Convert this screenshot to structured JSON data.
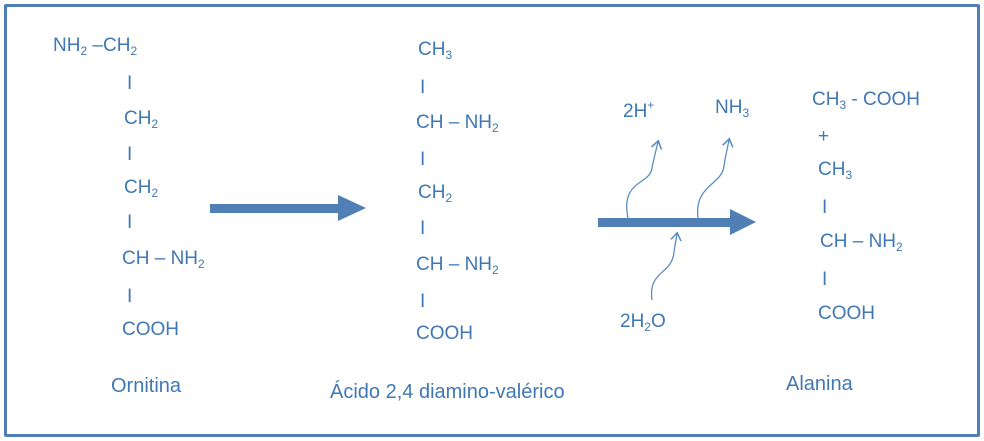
{
  "ornitina": {
    "r1_a": "NH",
    "r1_a_sub": "2",
    "r1_b": " –CH",
    "r1_b_sub": "2",
    "bond1": "I",
    "r2": "CH",
    "r2_sub": "2",
    "bond2": "I",
    "r3": "CH",
    "r3_sub": "2",
    "bond3": "I",
    "r4": "CH – NH",
    "r4_sub": "2",
    "bond4": "I",
    "r5": "COOH",
    "name": "Ornitina"
  },
  "diamino": {
    "r1": "CH",
    "r1_sub": "3",
    "bond1": "I",
    "r2": "CH – NH",
    "r2_sub": "2",
    "bond2": "I",
    "r3": "CH",
    "r3_sub": "2",
    "bond3": "I",
    "r4": "CH – NH",
    "r4_sub": "2",
    "bond4": "I",
    "r5": "COOH",
    "name": "Ácido 2,4 diamino-valérico"
  },
  "reagents": {
    "h_plus": "2H",
    "h_plus_sup": "+",
    "nh3": "NH",
    "nh3_sub": "3",
    "water_a": "2H",
    "water_sub": "2",
    "water_b": "O"
  },
  "alanina": {
    "acetic_a": "CH",
    "acetic_sub": "3",
    "acetic_b": " - COOH",
    "plus": "+",
    "r1": "CH",
    "r1_sub": "3",
    "bond1": "I",
    "r2": "CH – NH",
    "r2_sub": "2",
    "bond2": "I",
    "r3": "COOH",
    "name": "Alanina"
  },
  "colors": {
    "text": "#3f78b4",
    "arrow": "#4f7fb5",
    "border": "#4f7fb5"
  }
}
